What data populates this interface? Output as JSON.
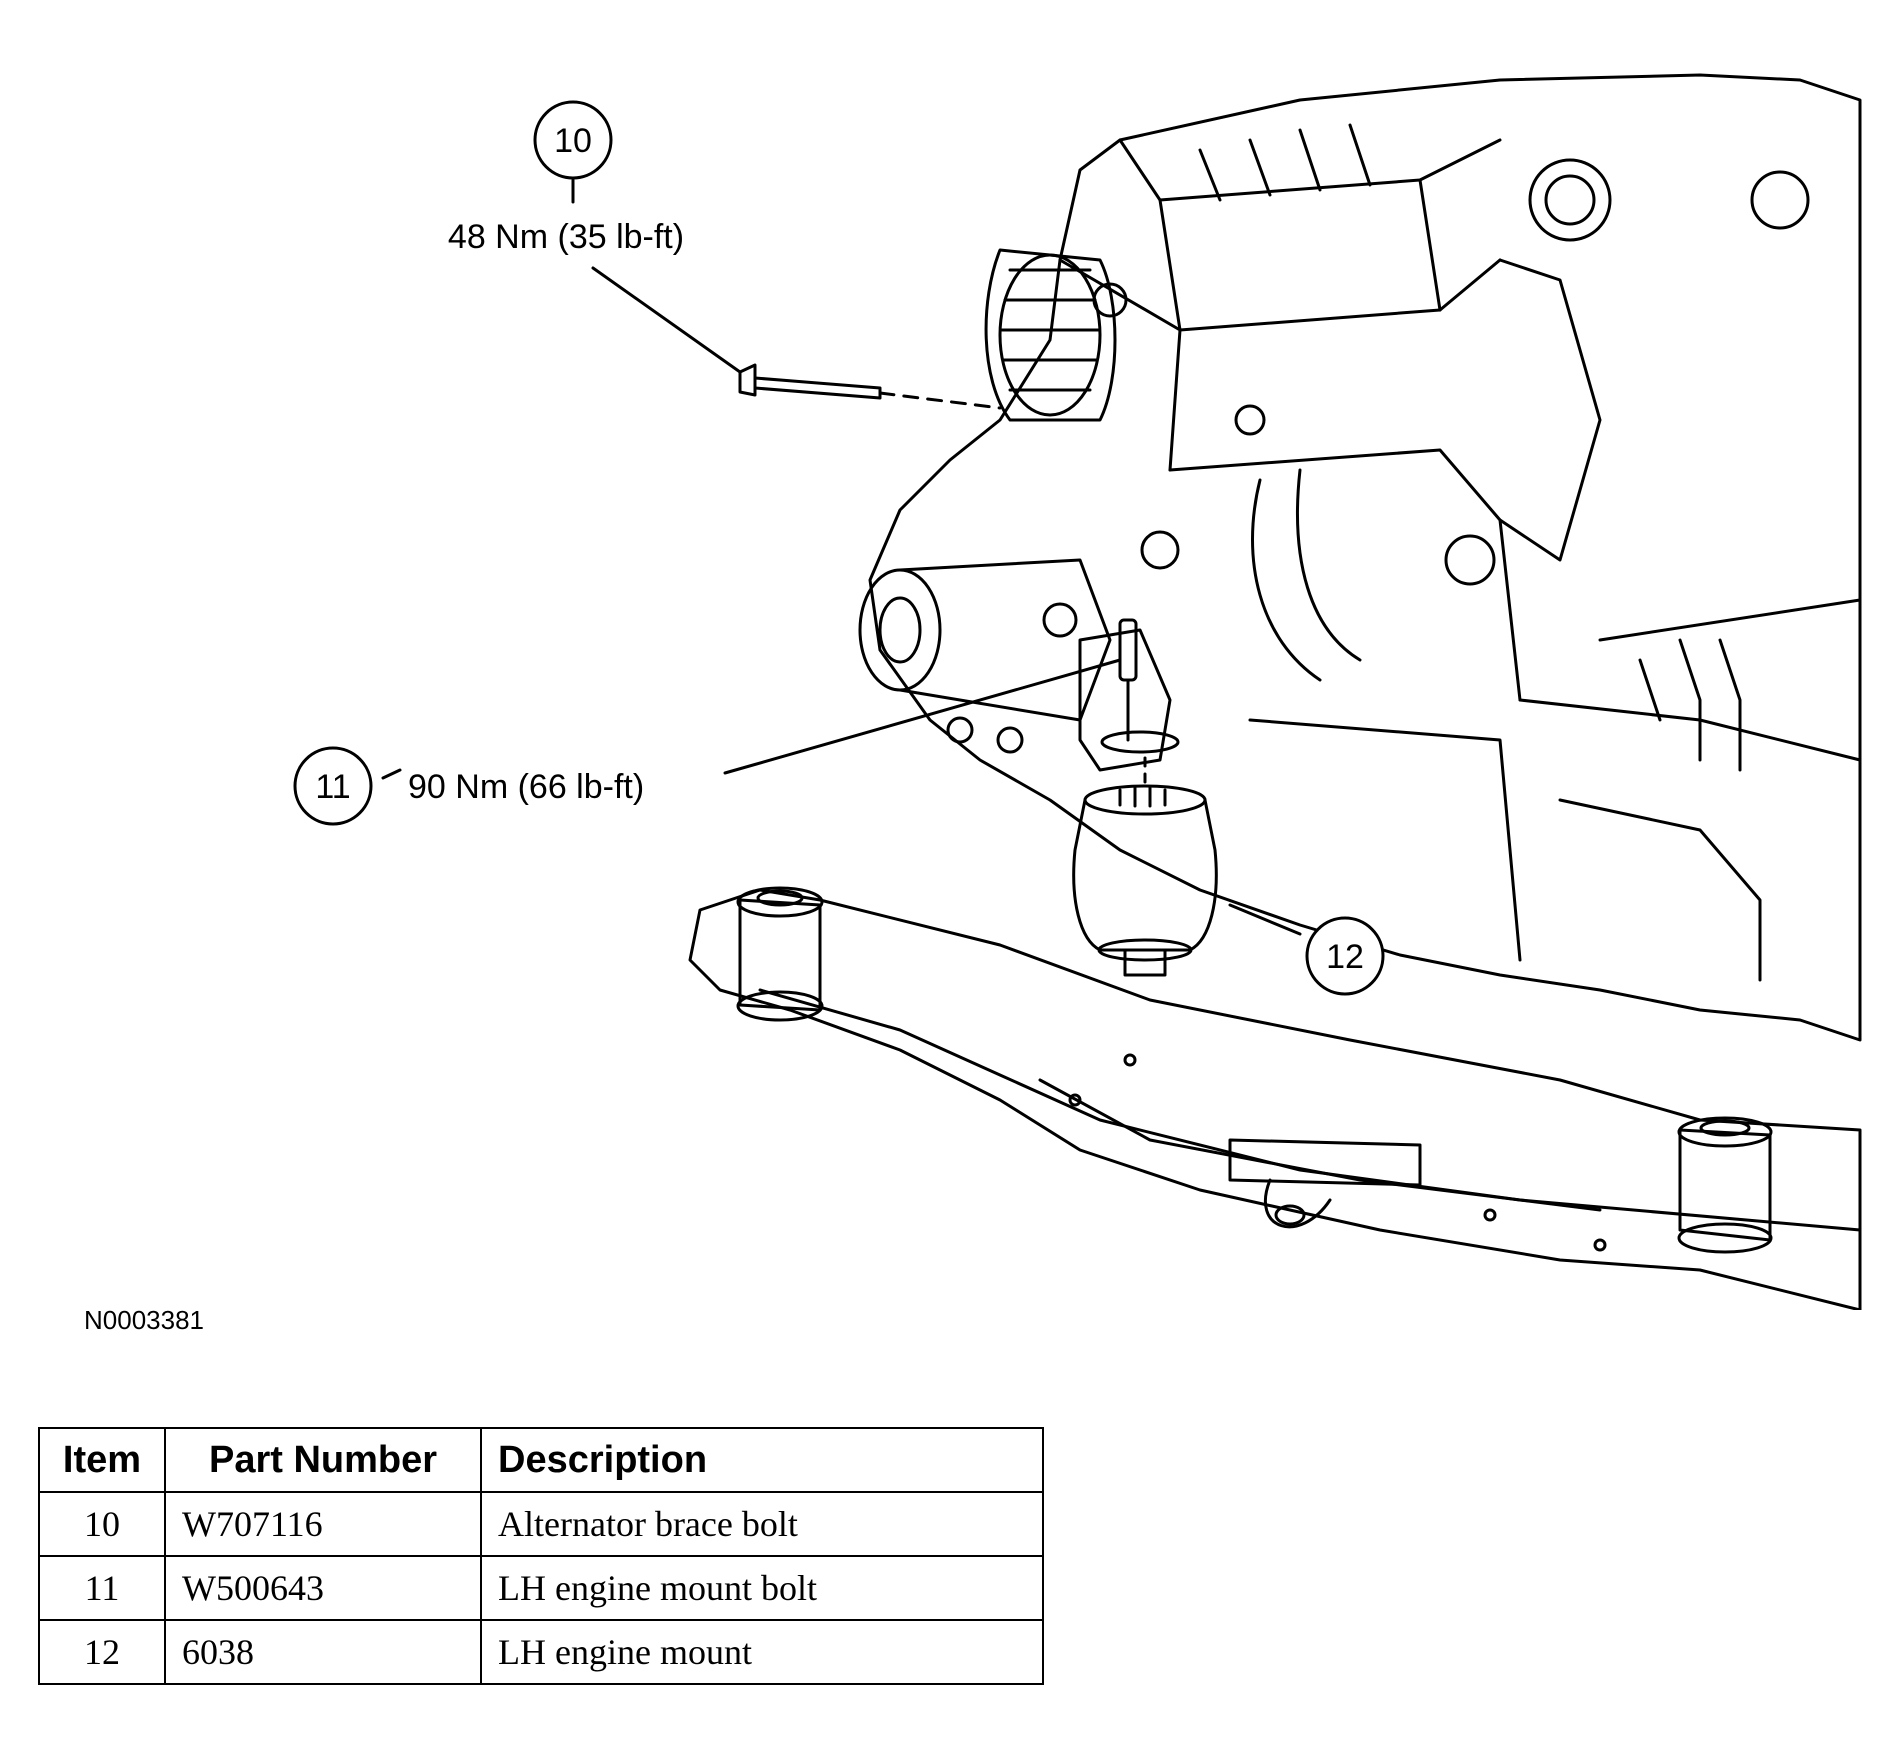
{
  "callouts": [
    {
      "item": "10",
      "torque": "48 Nm (35 lb-ft)"
    },
    {
      "item": "11",
      "torque": "90 Nm (66 lb-ft)"
    },
    {
      "item": "12",
      "torque": ""
    }
  ],
  "figure_id": "N0003381",
  "table": {
    "headers": {
      "item": "Item",
      "part_number": "Part Number",
      "description": "Description"
    },
    "rows": [
      {
        "item": "10",
        "part_number": "W707116",
        "description": "Alternator brace bolt"
      },
      {
        "item": "11",
        "part_number": "W500643",
        "description": "LH engine mount bolt"
      },
      {
        "item": "12",
        "part_number": "6038",
        "description": "LH engine mount"
      }
    ]
  }
}
